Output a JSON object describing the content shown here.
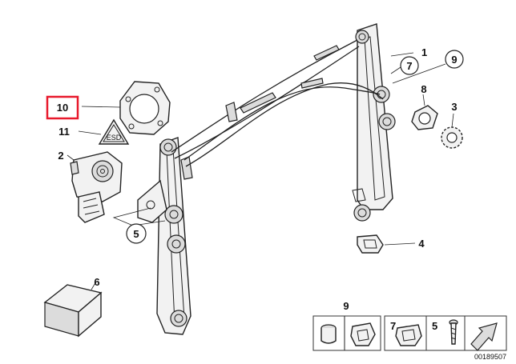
{
  "callouts": {
    "c1": "1",
    "c2": "2",
    "c3": "3",
    "c4": "4",
    "c5": "5",
    "c6": "6",
    "c7": "7",
    "c8": "8",
    "c9": "9",
    "c10": "10",
    "c11": "11"
  },
  "legend": {
    "group_label": "9",
    "item7": "7",
    "item5": "5"
  },
  "warning_sticker_text": "ESD",
  "highlight": {
    "label": "10",
    "color": "#e8192c"
  },
  "drawing_number": "00189507"
}
